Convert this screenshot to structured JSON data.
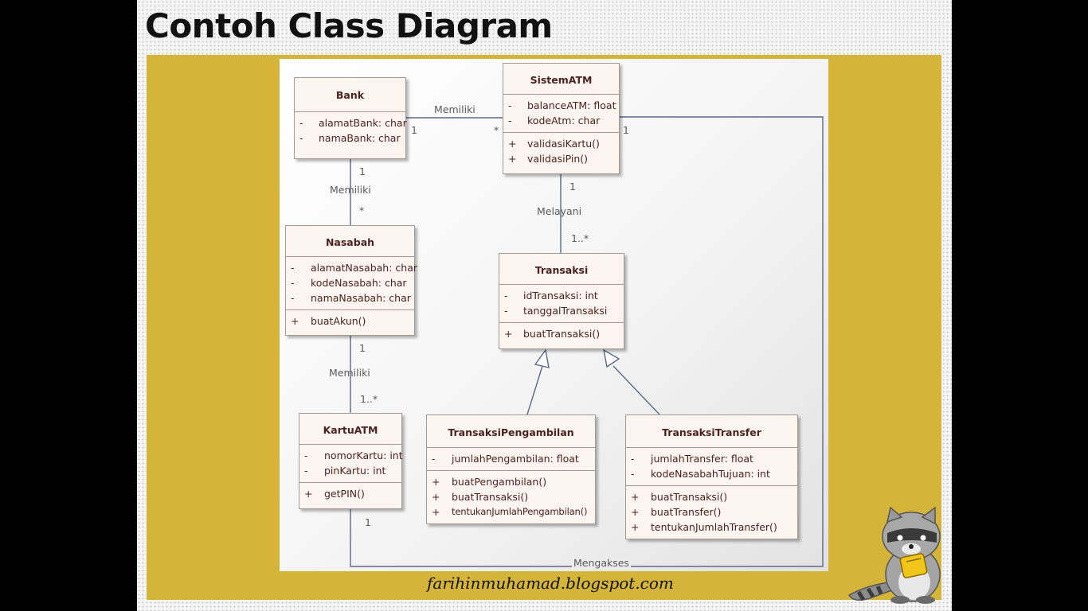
{
  "slide_title": "Contoh Class Diagram",
  "footer_url": "farihinmuhamad.blogspot.com",
  "colors": {
    "background_black": "#000000",
    "frame_gold": "#d4b53a",
    "class_fill": "#fcf4ee",
    "class_border": "#a59a93",
    "class_text": "#4a2222",
    "edge_color": "#5a6a8a"
  },
  "classes": {
    "bank": {
      "name": "Bank",
      "attributes": [
        {
          "vis": "-",
          "text": "alamatBank: char"
        },
        {
          "vis": "-",
          "text": "namaBank: char"
        }
      ],
      "operations": []
    },
    "sistem_atm": {
      "name": "SistemATM",
      "attributes": [
        {
          "vis": "-",
          "text": "balanceATM: float"
        },
        {
          "vis": "-",
          "text": "kodeAtm: char"
        }
      ],
      "operations": [
        {
          "vis": "+",
          "text": "validasiKartu()"
        },
        {
          "vis": "+",
          "text": "validasiPin()"
        }
      ]
    },
    "nasabah": {
      "name": "Nasabah",
      "attributes": [
        {
          "vis": "-",
          "text": "alamatNasabah: char"
        },
        {
          "vis": "-",
          "text": "kodeNasabah: char"
        },
        {
          "vis": "-",
          "text": "namaNasabah: char"
        }
      ],
      "operations": [
        {
          "vis": "+",
          "text": "buatAkun()"
        }
      ]
    },
    "transaksi": {
      "name": "Transaksi",
      "attributes": [
        {
          "vis": "-",
          "text": "idTransaksi: int"
        },
        {
          "vis": "-",
          "text": "tanggalTransaksi"
        }
      ],
      "operations": [
        {
          "vis": "+",
          "text": "buatTransaksi()"
        }
      ]
    },
    "kartu_atm": {
      "name": "KartuATM",
      "attributes": [
        {
          "vis": "-",
          "text": "nomorKartu: int"
        },
        {
          "vis": "-",
          "text": "pinKartu: int"
        }
      ],
      "operations": [
        {
          "vis": "+",
          "text": "getPIN()"
        }
      ]
    },
    "transaksi_pengambilan": {
      "name": "TransaksiPengambilan",
      "attributes": [
        {
          "vis": "-",
          "text": "jumlahPengambilan: float"
        }
      ],
      "operations": [
        {
          "vis": "+",
          "text": "buatPengambilan()"
        },
        {
          "vis": "+",
          "text": "buatTransaksi()"
        },
        {
          "vis": "+",
          "text": "tentukanJumlahPengambilan()"
        }
      ]
    },
    "transaksi_transfer": {
      "name": "TransaksiTransfer",
      "attributes": [
        {
          "vis": "-",
          "text": "jumlahTransfer: float"
        },
        {
          "vis": "-",
          "text": "kodeNasabahTujuan: int"
        }
      ],
      "operations": [
        {
          "vis": "+",
          "text": "buatTransaksi()"
        },
        {
          "vis": "+",
          "text": "buatTransfer()"
        },
        {
          "vis": "+",
          "text": "tentukanJumlahTransfer()"
        }
      ]
    }
  },
  "associations": [
    {
      "from": "Bank",
      "to": "SistemATM",
      "label": "Memiliki",
      "from_mult": "1",
      "to_mult": "*"
    },
    {
      "from": "Bank",
      "to": "Nasabah",
      "label": "Memiliki",
      "from_mult": "1",
      "to_mult": "*"
    },
    {
      "from": "SistemATM",
      "to": "Transaksi",
      "label": "Melayani",
      "from_mult": "1",
      "to_mult": "1..*"
    },
    {
      "from": "Nasabah",
      "to": "KartuATM",
      "label": "Memiliki",
      "from_mult": "1",
      "to_mult": "1..*"
    },
    {
      "from": "KartuATM",
      "to": "SistemATM",
      "label": "Mengakses",
      "from_mult": "1",
      "to_mult": "1"
    }
  ],
  "generalizations": [
    {
      "child": "TransaksiPengambilan",
      "parent": "Transaksi"
    },
    {
      "child": "TransaksiTransfer",
      "parent": "Transaksi"
    }
  ]
}
